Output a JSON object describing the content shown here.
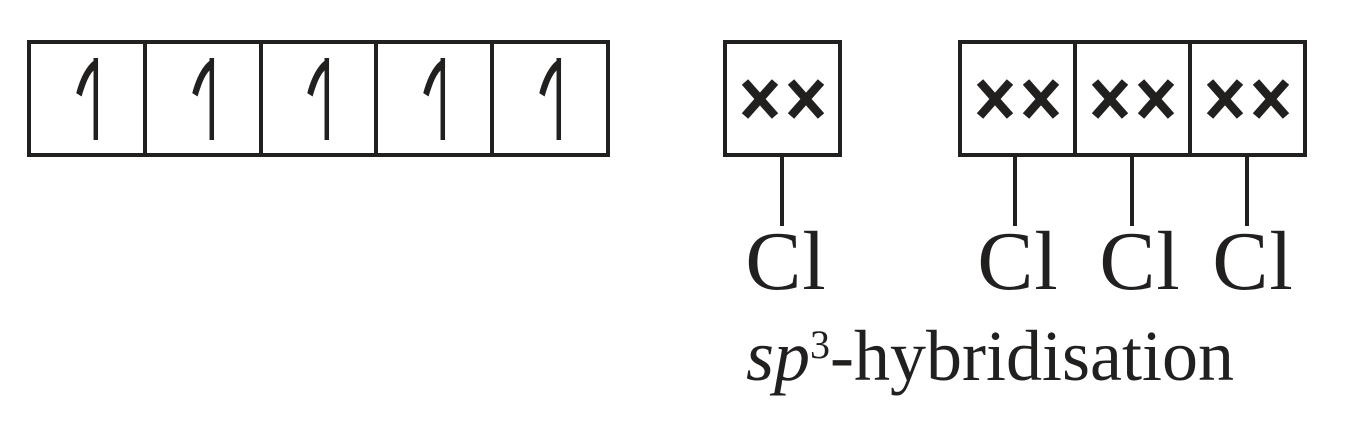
{
  "colors": {
    "ink": "#221f1f",
    "background": "#ffffff"
  },
  "orbital_diagram": {
    "unhybridised_row": {
      "box_count": 5,
      "electron_symbol": "single-electron-half-arrow"
    },
    "lone_pair_box": {
      "electron_symbol": "××"
    },
    "bonding_row": {
      "box_count": 3,
      "electron_symbol": "××"
    },
    "cl_labels": [
      "Cl",
      "Cl",
      "Cl",
      "Cl"
    ],
    "caption": {
      "italic_part": "sp",
      "superscript": "3",
      "text_part": "-hybridisation"
    }
  }
}
